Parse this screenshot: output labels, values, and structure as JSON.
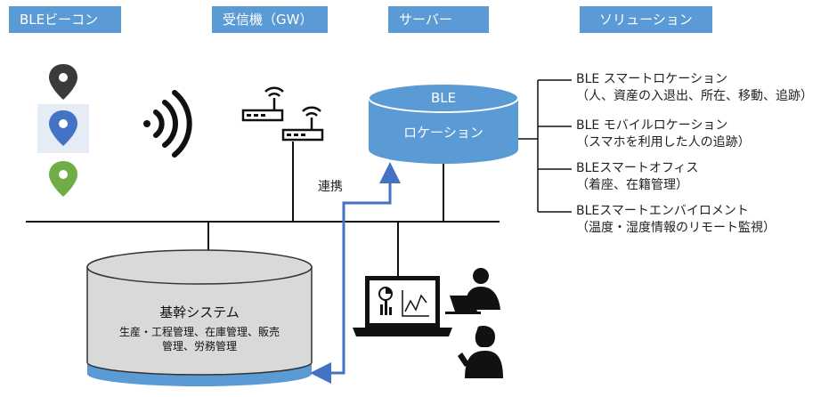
{
  "headers": {
    "beacon": "BLEビーコン",
    "gateway": "受信機（GW）",
    "server": "サーバー",
    "solution": "ソリューション"
  },
  "server_db": {
    "top_label": "BLE",
    "body_label": "ロケーション"
  },
  "core_db": {
    "title": "基幹システム",
    "line1": "生産・工程管理、在庫管理、販売",
    "line2": "管理、労務管理"
  },
  "link_label": "連携",
  "solutions": [
    {
      "title": "BLE スマートロケーション",
      "sub": "（人、資産の入退出、所在、移動、追跡）"
    },
    {
      "title": "BLE モバイルロケーション",
      "sub": "（スマホを利用した人の追跡）"
    },
    {
      "title": "BLEスマートオフィス",
      "sub": "（着座、在籍管理）"
    },
    {
      "title": "BLEスマートエンバイロメント",
      "sub": "（温度・湿度情報のリモート監視）"
    }
  ],
  "colors": {
    "header_bg": "#5b9bd5",
    "db_fill": "#5b9bd5",
    "arrow": "#4472c4",
    "core_body": "#d9d9d9",
    "core_base": "#5b9bd5"
  },
  "icons": [
    "map-pin-icon",
    "wireless-signal-icon",
    "router-icon",
    "laptop-chart-icon",
    "businessman-icon",
    "businesswoman-icon"
  ]
}
